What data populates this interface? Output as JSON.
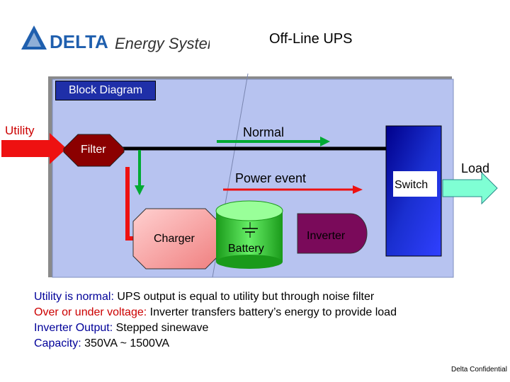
{
  "header": {
    "title": "Off-Line UPS",
    "logo_brand": "DELTA",
    "logo_subtitle": "Energy Systems"
  },
  "diagram": {
    "panel_label": "Block Diagram",
    "utility": "Utility",
    "normal": "Normal",
    "filter": "Filter",
    "power_event": "Power event",
    "switch": "Switch",
    "load": "Load",
    "charger": "Charger",
    "battery": "Battery",
    "inverter": "Inverter"
  },
  "colors": {
    "panel": "#b7c3f0",
    "panel_border": "#7f8fbf",
    "block_blue": "#1f2fa8",
    "filter_red": "#8b0000",
    "battery_green": "#33cc33",
    "inverter_pink": "#7a0a5a",
    "normal_arrow": "#00aa33",
    "event_red": "#ee1111",
    "load_cyan": "#7fffd4",
    "bus_black": "#000000"
  },
  "notes": [
    {
      "term": "Utility is normal:",
      "text": " UPS output is equal to utility but through noise filter",
      "term_color": "blue"
    },
    {
      "term": "Over or under voltage:",
      "text": " Inverter transfers battery’s energy to provide load",
      "term_color": "red"
    },
    {
      "term": "Inverter Output:",
      "text": " Stepped sinewave",
      "term_color": "blue"
    },
    {
      "term": "Capacity:",
      "text": " 350VA ~ 1500VA",
      "term_color": "blue"
    }
  ],
  "footer": {
    "confidential": "Delta Confidential"
  }
}
